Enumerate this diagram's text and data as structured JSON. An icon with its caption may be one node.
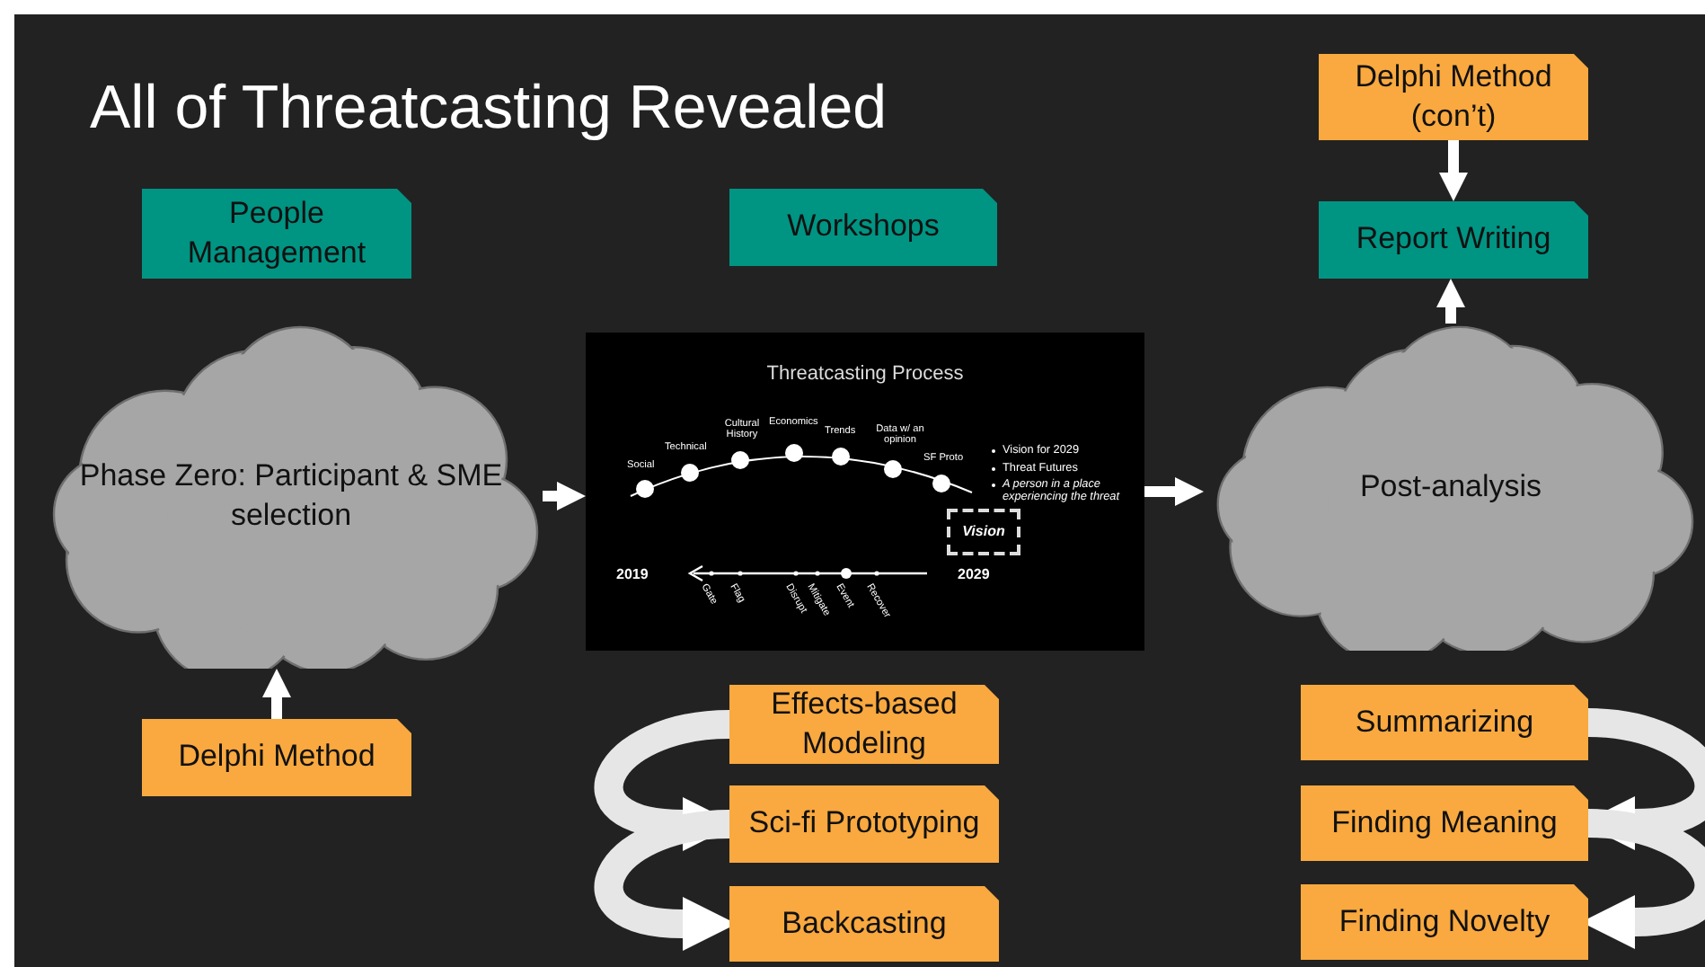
{
  "diagram": {
    "title": "All of Threatcasting Revealed",
    "nodes": [
      {
        "text": [
          "People Management"
        ]
      },
      {
        "text": [
          "Workshops"
        ]
      },
      {
        "text": [
          "Delphi Method (con’t)"
        ]
      },
      {
        "text": [
          "Report Writing"
        ]
      },
      {
        "text": [
          "Phase Zero: Participant & SME selection"
        ]
      },
      {
        "text": [
          "Threatcasting Process"
        ]
      },
      {
        "text": [
          "Vision"
        ],
        "in": 5
      },
      {
        "text": [
          "Post-analysis"
        ]
      },
      {
        "text": [
          "Delphi Method"
        ]
      },
      {
        "text": [
          "Effects-based Modeling"
        ]
      },
      {
        "text": [
          "Sci-fi Prototyping"
        ]
      },
      {
        "text": [
          "Backcasting"
        ]
      },
      {
        "text": [
          "Summarizing"
        ]
      },
      {
        "text": [
          "Finding Meaning"
        ]
      },
      {
        "text": [
          "Finding Novelty"
        ]
      }
    ],
    "edges": [
      {
        "from": 4,
        "to": 5,
        "arrow": "to"
      },
      {
        "from": 5,
        "to": 7,
        "arrow": "to"
      },
      {
        "from": 8,
        "to": 4,
        "arrow": "to"
      },
      {
        "from": 2,
        "to": 3,
        "arrow": "to"
      },
      {
        "from": 7,
        "to": 3,
        "arrow": "to"
      },
      {
        "from": 9,
        "to": 10,
        "arrow": "to",
        "style": "thick"
      },
      {
        "from": 10,
        "to": 11,
        "arrow": "to",
        "style": "thick"
      },
      {
        "from": 12,
        "to": 13,
        "arrow": "to",
        "style": "thick"
      },
      {
        "from": 13,
        "to": 14,
        "arrow": "to",
        "style": "thick"
      }
    ],
    "labels": [
      "Social",
      "Technical",
      "Cultural History",
      "Economics",
      "Trends",
      "Data w/ an opinion",
      "SF Proto",
      "Vision for 2029",
      "Threat Futures",
      "A person in a place experiencing the threat",
      "2019",
      "2029",
      "Gate",
      "Flag",
      "Disrupt",
      "Mitigate",
      "Event",
      "Recover"
    ]
  }
}
